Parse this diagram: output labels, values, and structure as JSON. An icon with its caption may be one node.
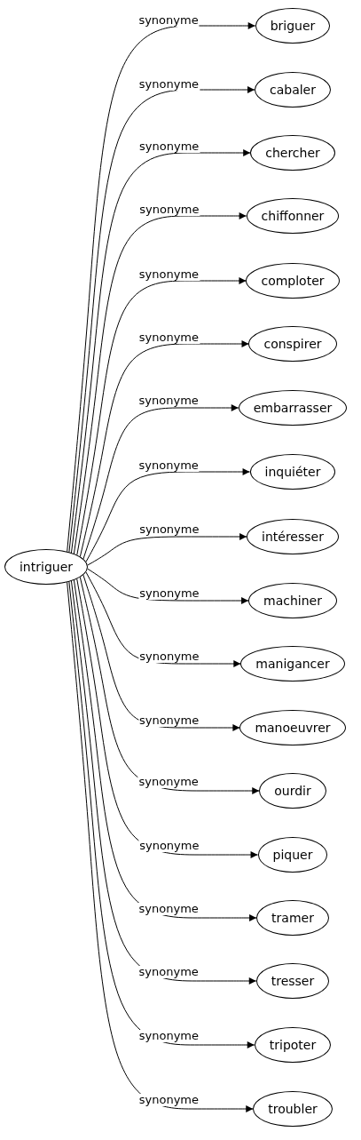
{
  "diagram": {
    "nodes": [
      {
        "text": [
          "intriguer"
        ]
      },
      {
        "text": [
          "briguer"
        ]
      },
      {
        "text": [
          "cabaler"
        ]
      },
      {
        "text": [
          "chercher"
        ]
      },
      {
        "text": [
          "chiffonner"
        ]
      },
      {
        "text": [
          "comploter"
        ]
      },
      {
        "text": [
          "conspirer"
        ]
      },
      {
        "text": [
          "embarrasser"
        ]
      },
      {
        "text": [
          "inquiéter"
        ]
      },
      {
        "text": [
          "intéresser"
        ]
      },
      {
        "text": [
          "machiner"
        ]
      },
      {
        "text": [
          "manigancer"
        ]
      },
      {
        "text": [
          "manoeuvrer"
        ]
      },
      {
        "text": [
          "ourdir"
        ]
      },
      {
        "text": [
          "piquer"
        ]
      },
      {
        "text": [
          "tramer"
        ]
      },
      {
        "text": [
          "tresser"
        ]
      },
      {
        "text": [
          "tripoter"
        ]
      },
      {
        "text": [
          "troubler"
        ]
      }
    ],
    "edges": [
      {
        "from": 0,
        "to": 1,
        "arrow": "to",
        "label": "synonyme"
      },
      {
        "from": 0,
        "to": 2,
        "arrow": "to",
        "label": "synonyme"
      },
      {
        "from": 0,
        "to": 3,
        "arrow": "to",
        "label": "synonyme"
      },
      {
        "from": 0,
        "to": 4,
        "arrow": "to",
        "label": "synonyme"
      },
      {
        "from": 0,
        "to": 5,
        "arrow": "to",
        "label": "synonyme"
      },
      {
        "from": 0,
        "to": 6,
        "arrow": "to",
        "label": "synonyme"
      },
      {
        "from": 0,
        "to": 7,
        "arrow": "to",
        "label": "synonyme"
      },
      {
        "from": 0,
        "to": 8,
        "arrow": "to",
        "label": "synonyme"
      },
      {
        "from": 0,
        "to": 9,
        "arrow": "to",
        "label": "synonyme"
      },
      {
        "from": 0,
        "to": 10,
        "arrow": "to",
        "label": "synonyme"
      },
      {
        "from": 0,
        "to": 11,
        "arrow": "to",
        "label": "synonyme"
      },
      {
        "from": 0,
        "to": 12,
        "arrow": "to",
        "label": "synonyme"
      },
      {
        "from": 0,
        "to": 13,
        "arrow": "to",
        "label": "synonyme"
      },
      {
        "from": 0,
        "to": 14,
        "arrow": "to",
        "label": "synonyme"
      },
      {
        "from": 0,
        "to": 15,
        "arrow": "to",
        "label": "synonyme"
      },
      {
        "from": 0,
        "to": 16,
        "arrow": "to",
        "label": "synonyme"
      },
      {
        "from": 0,
        "to": 17,
        "arrow": "to",
        "label": "synonyme"
      },
      {
        "from": 0,
        "to": 18,
        "arrow": "to",
        "label": "synonyme"
      }
    ]
  }
}
